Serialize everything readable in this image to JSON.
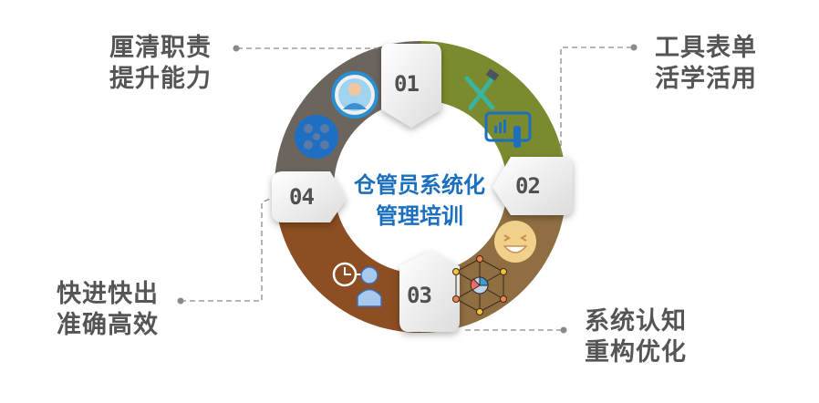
{
  "center": {
    "line1": "仓管员系统化",
    "line2": "管理培训"
  },
  "steps": [
    {
      "number": "01",
      "line1": "厘清职责",
      "line2": "提升能力",
      "color": "#6b655e",
      "icons": [
        "person-avatar-icon",
        "network-nodes-icon"
      ]
    },
    {
      "number": "02",
      "line1": "工具表单",
      "line2": "活学活用",
      "color": "#7a8a2e",
      "icons": [
        "tools-icon",
        "touch-tablet-chart-icon"
      ]
    },
    {
      "number": "03",
      "line1": "系统认知",
      "line2": "重构优化",
      "color": "#8f6e42",
      "icons": [
        "laughing-face-icon",
        "data-cube-icon"
      ]
    },
    {
      "number": "04",
      "line1": "快进快出",
      "line2": "准确高效",
      "color": "#8c4e22",
      "icons": [
        "clock-icon",
        "worker-icon"
      ]
    }
  ],
  "colors": {
    "text": "#555555",
    "title": "#1a6fbf",
    "connector": "#8a8a8a"
  }
}
